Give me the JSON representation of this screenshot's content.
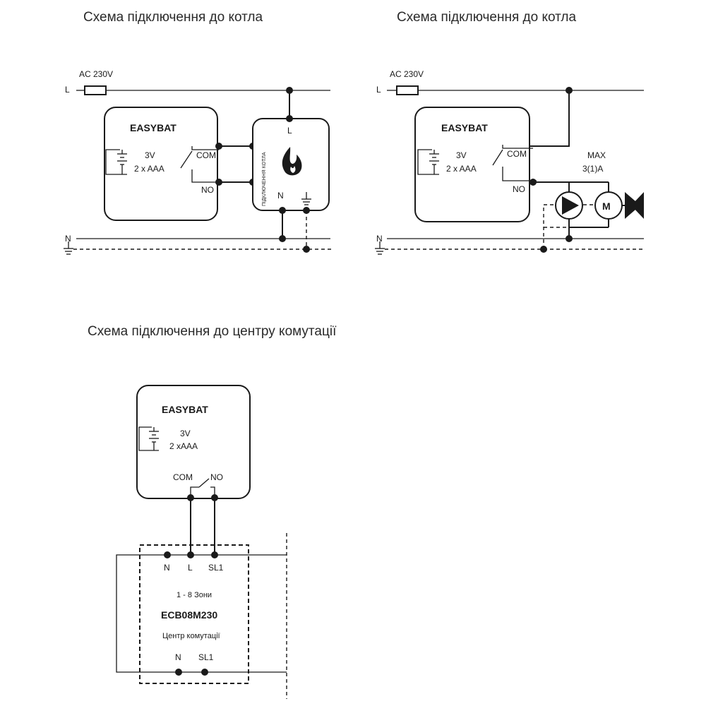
{
  "diagram_1": {
    "title": "Схема підключення до котла",
    "supply": "AC 230V",
    "line_l": "L",
    "line_n": "N",
    "device": "EASYBAT",
    "battery_voltage": "3V",
    "battery_type": "2 x AAA",
    "com": "COM",
    "no": "NO",
    "boiler_l": "L",
    "boiler_n": "N",
    "boiler_label": "ПІДКЛЮЧЕННЯ КОТЛА"
  },
  "diagram_2": {
    "title": "Схема підключення до котла",
    "supply": "AC 230V",
    "line_l": "L",
    "line_n": "N",
    "device": "EASYBAT",
    "battery_voltage": "3V",
    "battery_type": "2 x AAA",
    "com": "COM",
    "no": "NO",
    "max_label": "MAX",
    "max_current": "3(1)A",
    "motor": "M"
  },
  "diagram_3": {
    "title": "Схема підключення до центру комутації",
    "device": "EASYBAT",
    "battery_voltage": "3V",
    "battery_type": "2 xAAA",
    "com": "COM",
    "no": "NO",
    "term_n": "N",
    "term_l": "L",
    "term_sl1": "SL1",
    "zones": "1 - 8 Зони",
    "model": "ECB08M230",
    "center": "Центр комутації",
    "bottom_n": "N",
    "bottom_sl1": "SL1"
  },
  "icons": [
    "fuse-icon",
    "battery-icon",
    "switch-icon",
    "flame-icon",
    "ground-icon",
    "pump-icon",
    "motor-icon",
    "valve-icon"
  ]
}
